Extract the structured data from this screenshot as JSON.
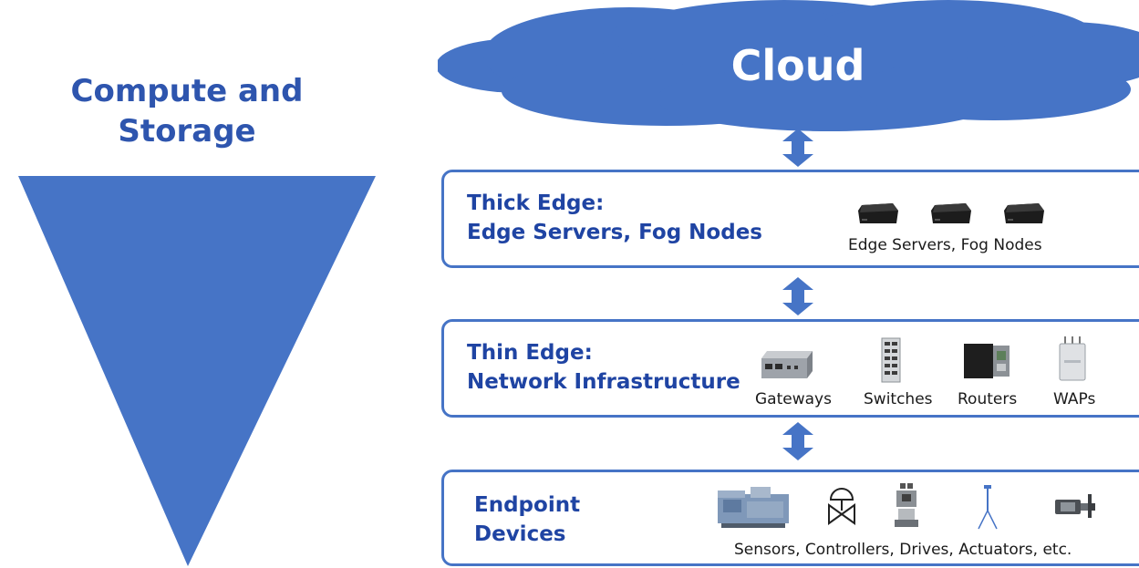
{
  "left_panel": {
    "title_line1": "Compute and",
    "title_line2": "Storage"
  },
  "cloud": {
    "label": "Cloud"
  },
  "tiers": {
    "thick": {
      "title_line1": "Thick Edge:",
      "title_line2": "Edge Servers, Fog Nodes",
      "caption": "Edge Servers, Fog Nodes"
    },
    "thin": {
      "title_line1": "Thin Edge:",
      "title_line2": "Network Infrastructure",
      "gateways": "Gateways",
      "switches": "Switches",
      "routers": "Routers",
      "waps": "WAPs"
    },
    "endpoint": {
      "title_line1": "Endpoint",
      "title_line2": "Devices",
      "caption": "Sensors, Controllers, Drives, Actuators, etc."
    }
  },
  "colors": {
    "primary_blue": "#4674c6",
    "title_blue": "#1f44a3",
    "heading_blue": "#2e55ae"
  }
}
